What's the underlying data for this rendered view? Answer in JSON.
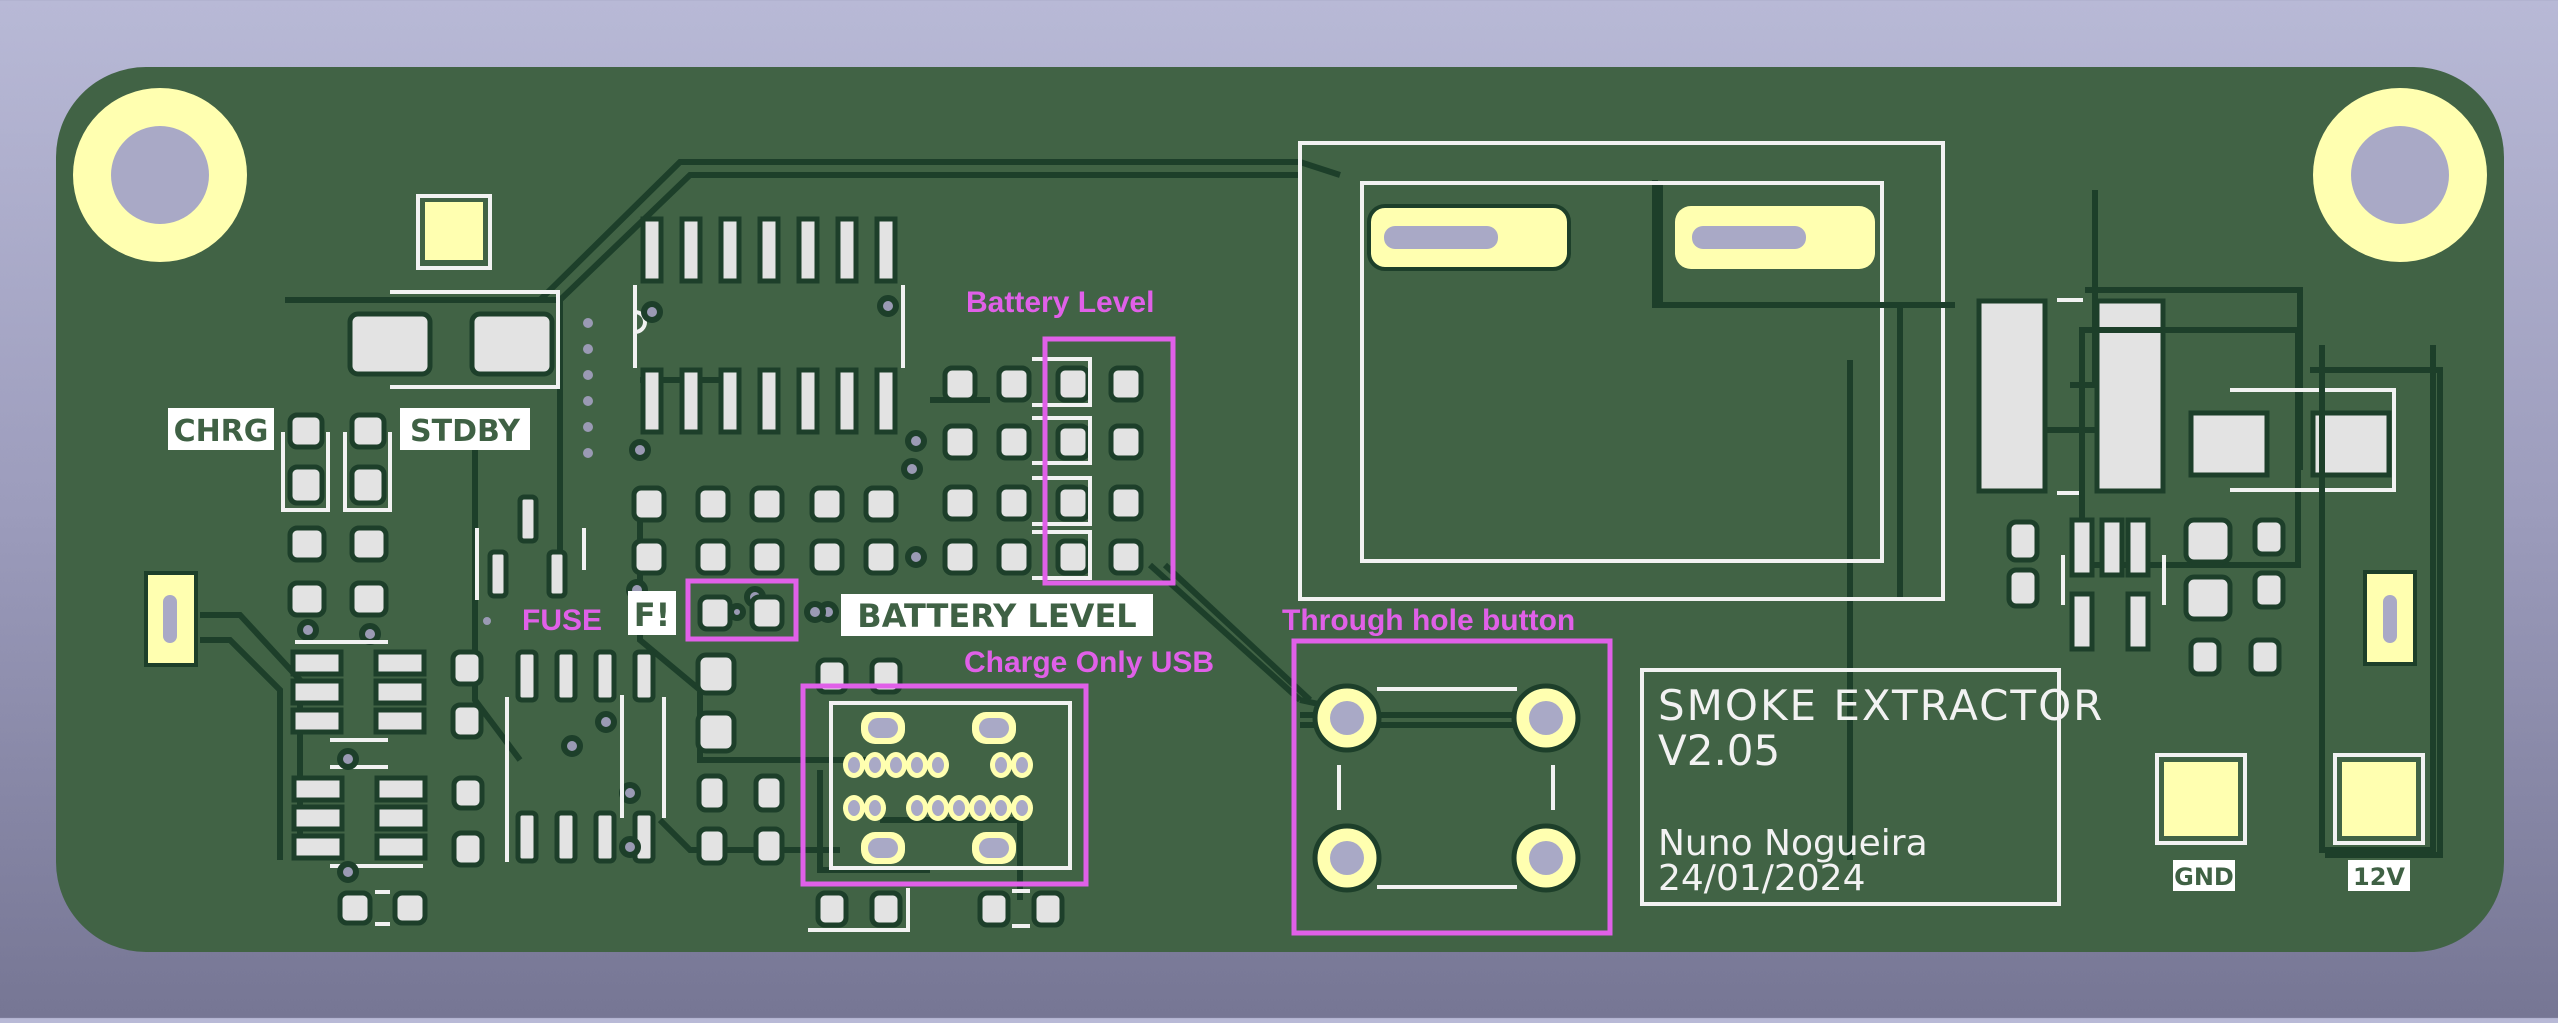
{
  "colors": {
    "board": "#416345",
    "copper_outline": "#1d3f2a",
    "silkscreen": "#f2f2f2",
    "smd_pad": "#e3e3e3",
    "tht_ring": "#ffffb0",
    "drill": "#a9a9c6",
    "fab_annotation": "#e060e8",
    "background_top": "#b8b9d6",
    "background_bottom": "#767694"
  },
  "silk_labels": {
    "chrg": "CHRG",
    "stdby": "STDBY",
    "fuse_ref": "F!",
    "battery_level": "BATTERY LEVEL",
    "gnd": "GND",
    "v12": "12V"
  },
  "annotations": {
    "battery_level": "Battery Level",
    "fuse": "FUSE",
    "charge_only_usb": "Charge Only USB",
    "through_hole_button": "Through hole button"
  },
  "title_block": {
    "line1": "SMOKE EXTRACTOR",
    "line2": "V2.05",
    "author": "Nuno Nogueira",
    "date": "24/01/2024"
  },
  "icons": {
    "mounting_hole": "mounting-hole-icon",
    "via": "via-icon",
    "pad": "pad-icon"
  }
}
